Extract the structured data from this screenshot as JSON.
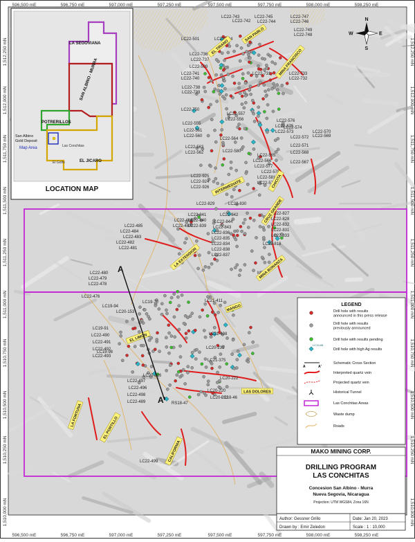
{
  "coords": {
    "top": [
      "596,500 mE",
      "596,750 mE",
      "597,000 mE",
      "597,250 mE",
      "597,500 mE",
      "597,750 mE",
      "598,000 mE",
      "598,250 mE"
    ],
    "bottom": [
      "596,500 mE",
      "596,750 mE",
      "597,000 mE",
      "597,250 mE",
      "597,500 mE",
      "597,750 mE",
      "598,000 mE",
      "598,250 mE"
    ],
    "left": [
      "1,512,250 mN",
      "1,512,000 mN",
      "1,511,750 mN",
      "1,511,500 mN",
      "1,511,250 mN",
      "1,511,000 mN",
      "1,510,750 mN",
      "1,510,500 mN",
      "1,510,250 mN",
      "1,510,000 mN"
    ],
    "right": [
      "1,512,250 mN",
      "1,512,000 mN",
      "1,511,750 mN",
      "1,511,500 mN",
      "1,511,250 mN",
      "1,511,000 mN",
      "1,510,750 mN",
      "1,510,500 mN",
      "1,510,250 mN",
      "1,510,000 mN"
    ]
  },
  "inset": {
    "title": "LOCATION MAP",
    "areas": [
      {
        "name": "LA SEGOVIANA",
        "color": "#a43fbf"
      },
      {
        "name": "SAN ALBINO - MURRA",
        "color": "#b31d1d"
      },
      {
        "name": "POTRERILLOS",
        "color": "#2fa52f"
      },
      {
        "name": "EL JICARO",
        "color": "#d4a600"
      }
    ],
    "side_labels": [
      "San Albino",
      "Gold Deposit"
    ],
    "map_area_label": "Map Area",
    "las_conchitas_label": "Las Conchitas",
    "el_golfo_label": "El Golfo"
  },
  "compass": {
    "n": "N",
    "s": "S",
    "e": "E",
    "w": "W"
  },
  "zones": [
    "EL TIRANO",
    "SAN PABLO",
    "MINA FRANCISCO",
    "INTERMEDIATE",
    "CHICITA",
    "CRUZ GRANDE",
    "MINA BONANZA",
    "LA EXTENSION",
    "MANGO",
    "EL LIMON",
    "LAS DOLORES",
    "LA FORTUNA",
    "EL PORTILLO",
    "CALIFORNIA"
  ],
  "section_labels": {
    "a_top": "A",
    "a_bottom": "A'"
  },
  "drill_labels": [
    "LC22-743",
    "LC22-742",
    "LC22-745",
    "LC22-744",
    "LC22-747",
    "LC22-746",
    "LC22-749",
    "LC22-748",
    "LC22-501",
    "LC22-504",
    "LC22-736",
    "LC22-737",
    "LC22-509",
    "LC22-741",
    "LC22-740",
    "LC22-738",
    "LC22-739",
    "LC22-733",
    "LC22-732",
    "LC22-731",
    "LC22-750",
    "LC22-557",
    "LC22-556",
    "LC22-555",
    "LC22-561",
    "LC22-560",
    "LC22-564",
    "LC22-563",
    "LC22-562",
    "LC22-580",
    "LC22-565",
    "LC22-566",
    "LC22-577",
    "LC22-578",
    "LC22-581",
    "LC22-579",
    "LC22-576",
    "LC22-575",
    "LC22-573",
    "LC22-574",
    "LC22-570",
    "LC22-569",
    "LC22-572",
    "LC22-571",
    "LC22-568",
    "LC22-567",
    "LC22-925",
    "LC22-924",
    "LC22-926",
    "LC22-829",
    "LC22-830",
    "LC22-842",
    "LC22-841",
    "LC22-840",
    "LC22-839",
    "LC22-844",
    "LC22-843",
    "LC22-836",
    "LC22-835",
    "LC22-834",
    "LC22-838",
    "LC22-837",
    "LC22-827",
    "LC22-828",
    "LC22-832",
    "LC22-831",
    "LC22-833",
    "LC22-818",
    "LC22-486",
    "LC22-487",
    "LC22-485",
    "LC22-484",
    "LC22-483",
    "LC22-482",
    "LC22-481",
    "LC22-480",
    "LC22-479",
    "LC22-478",
    "LC22-476",
    "LC19-94",
    "LC19-70",
    "LC20-153",
    "LC19-91",
    "LC22-490",
    "LC22-491",
    "LC22-492",
    "LC22-493",
    "LC19-98",
    "LC21-411",
    "LC21-408",
    "LC20-231",
    "LC21-375",
    "LC20-216",
    "LC22-497",
    "LC22-496",
    "LC22-498",
    "LC22-489",
    "LC20-222",
    "LC20-220",
    "LC20-232",
    "LC18-46",
    "RS18-47",
    "LC22-499",
    "MB18"
  ],
  "legend": {
    "title": "LEGEND",
    "items": [
      "Drill hole with results announced in this press release",
      "Drill hole with results previously announced",
      "Drill hole with results pending",
      "Drill hole with high Ag results",
      "Schematic Cross Section",
      "Interpreted quartz vein",
      "Projected quartz vein",
      "Historical Tunnel",
      "Las Conchitas Areas",
      "Waste dump",
      "Roads"
    ],
    "ag_sample_label": "LC19-68",
    "section_a": "A",
    "section_a2": "A'"
  },
  "title_block": {
    "company": "MAKO MINING CORP.",
    "title1": "DRILLING PROGRAM",
    "title2": "LAS CONCHITAS",
    "concession": "Concesion San Albino - Murra",
    "location": "Nueva Segovia, Nicaragua",
    "projection": "Projection: UTM WGS84, Zona 16N",
    "author": "Author: Gessner Grillo",
    "date": "Date: Jan 20, 2023",
    "drawn": "Drawn by : Emir Zeledon",
    "scale": "Scale : 1 : 10,000"
  },
  "colors": {
    "purple_area": "#c227d6",
    "vein": "#e01b1b",
    "dot_new": "#d42a2a",
    "dot_prev": "#9a9a9a",
    "dot_pending": "#3bbf2e",
    "dot_ag": "#2bb6c9",
    "road": "#e2b15c"
  }
}
